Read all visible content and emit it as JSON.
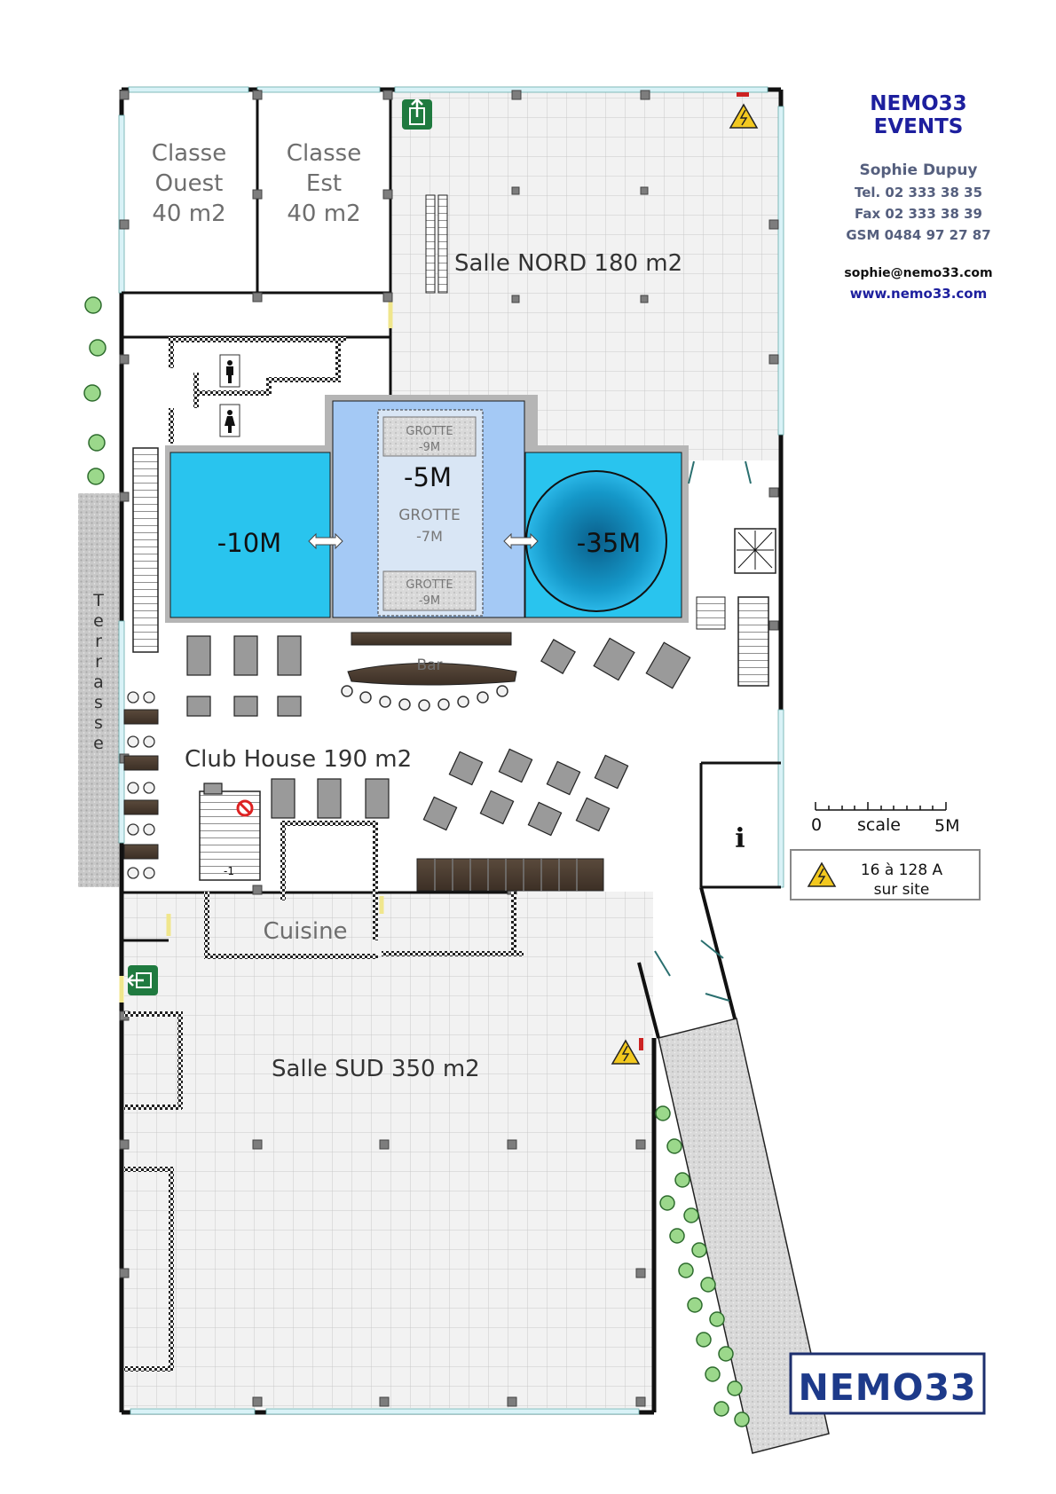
{
  "company": {
    "name": "NEMO33 EVENTS",
    "contact_name": "Sophie Dupuy",
    "tel": "Tel. 02 333 38 35",
    "fax": "Fax 02 333 38 39",
    "gsm": "GSM 0484 97 27 87",
    "email": "sophie@nemo33.com",
    "website": "www.nemo33.com"
  },
  "rooms": {
    "classe_ouest": [
      "Classe",
      "Ouest",
      "40 m2"
    ],
    "classe_est": [
      "Classe",
      "Est",
      "40 m2"
    ],
    "salle_nord": "Salle NORD 180 m2",
    "club_house": "Club House 190 m2",
    "bar": "Bar",
    "cuisine": "Cuisine",
    "salle_sud": "Salle SUD 350 m2",
    "terrasse": [
      "T",
      "e",
      "r",
      "r",
      "a",
      "s",
      "s",
      "e"
    ]
  },
  "pool": {
    "depth_left": "-10M",
    "depth_middle": "-5M",
    "depth_right": "-35M",
    "grotte_label": "GROTTE",
    "grotte_top_depth": "-9M",
    "grotte_middle_depth": "-7M",
    "grotte_bottom_depth": "-9M"
  },
  "stairs_label": "-1",
  "scale": {
    "start": "0",
    "label": "scale",
    "end": "5M"
  },
  "power_legend": {
    "line1": "16 à 128 A",
    "line2": "sur site"
  },
  "info_symbol": "i",
  "logo": "NEMO33",
  "colors": {
    "pool": "#29c4ee",
    "pool_middle": "#a4c9f5",
    "deep_pool_center": "#0e6d9c",
    "exit_sign": "#1f7a3f",
    "title_blue": "#1d1f9e",
    "contact_gray": "#555f7e"
  },
  "icons": [
    "exit-icon",
    "warning-icon",
    "male-restroom-icon",
    "female-restroom-icon",
    "no-entry-icon",
    "tree-icon",
    "info-icon"
  ]
}
